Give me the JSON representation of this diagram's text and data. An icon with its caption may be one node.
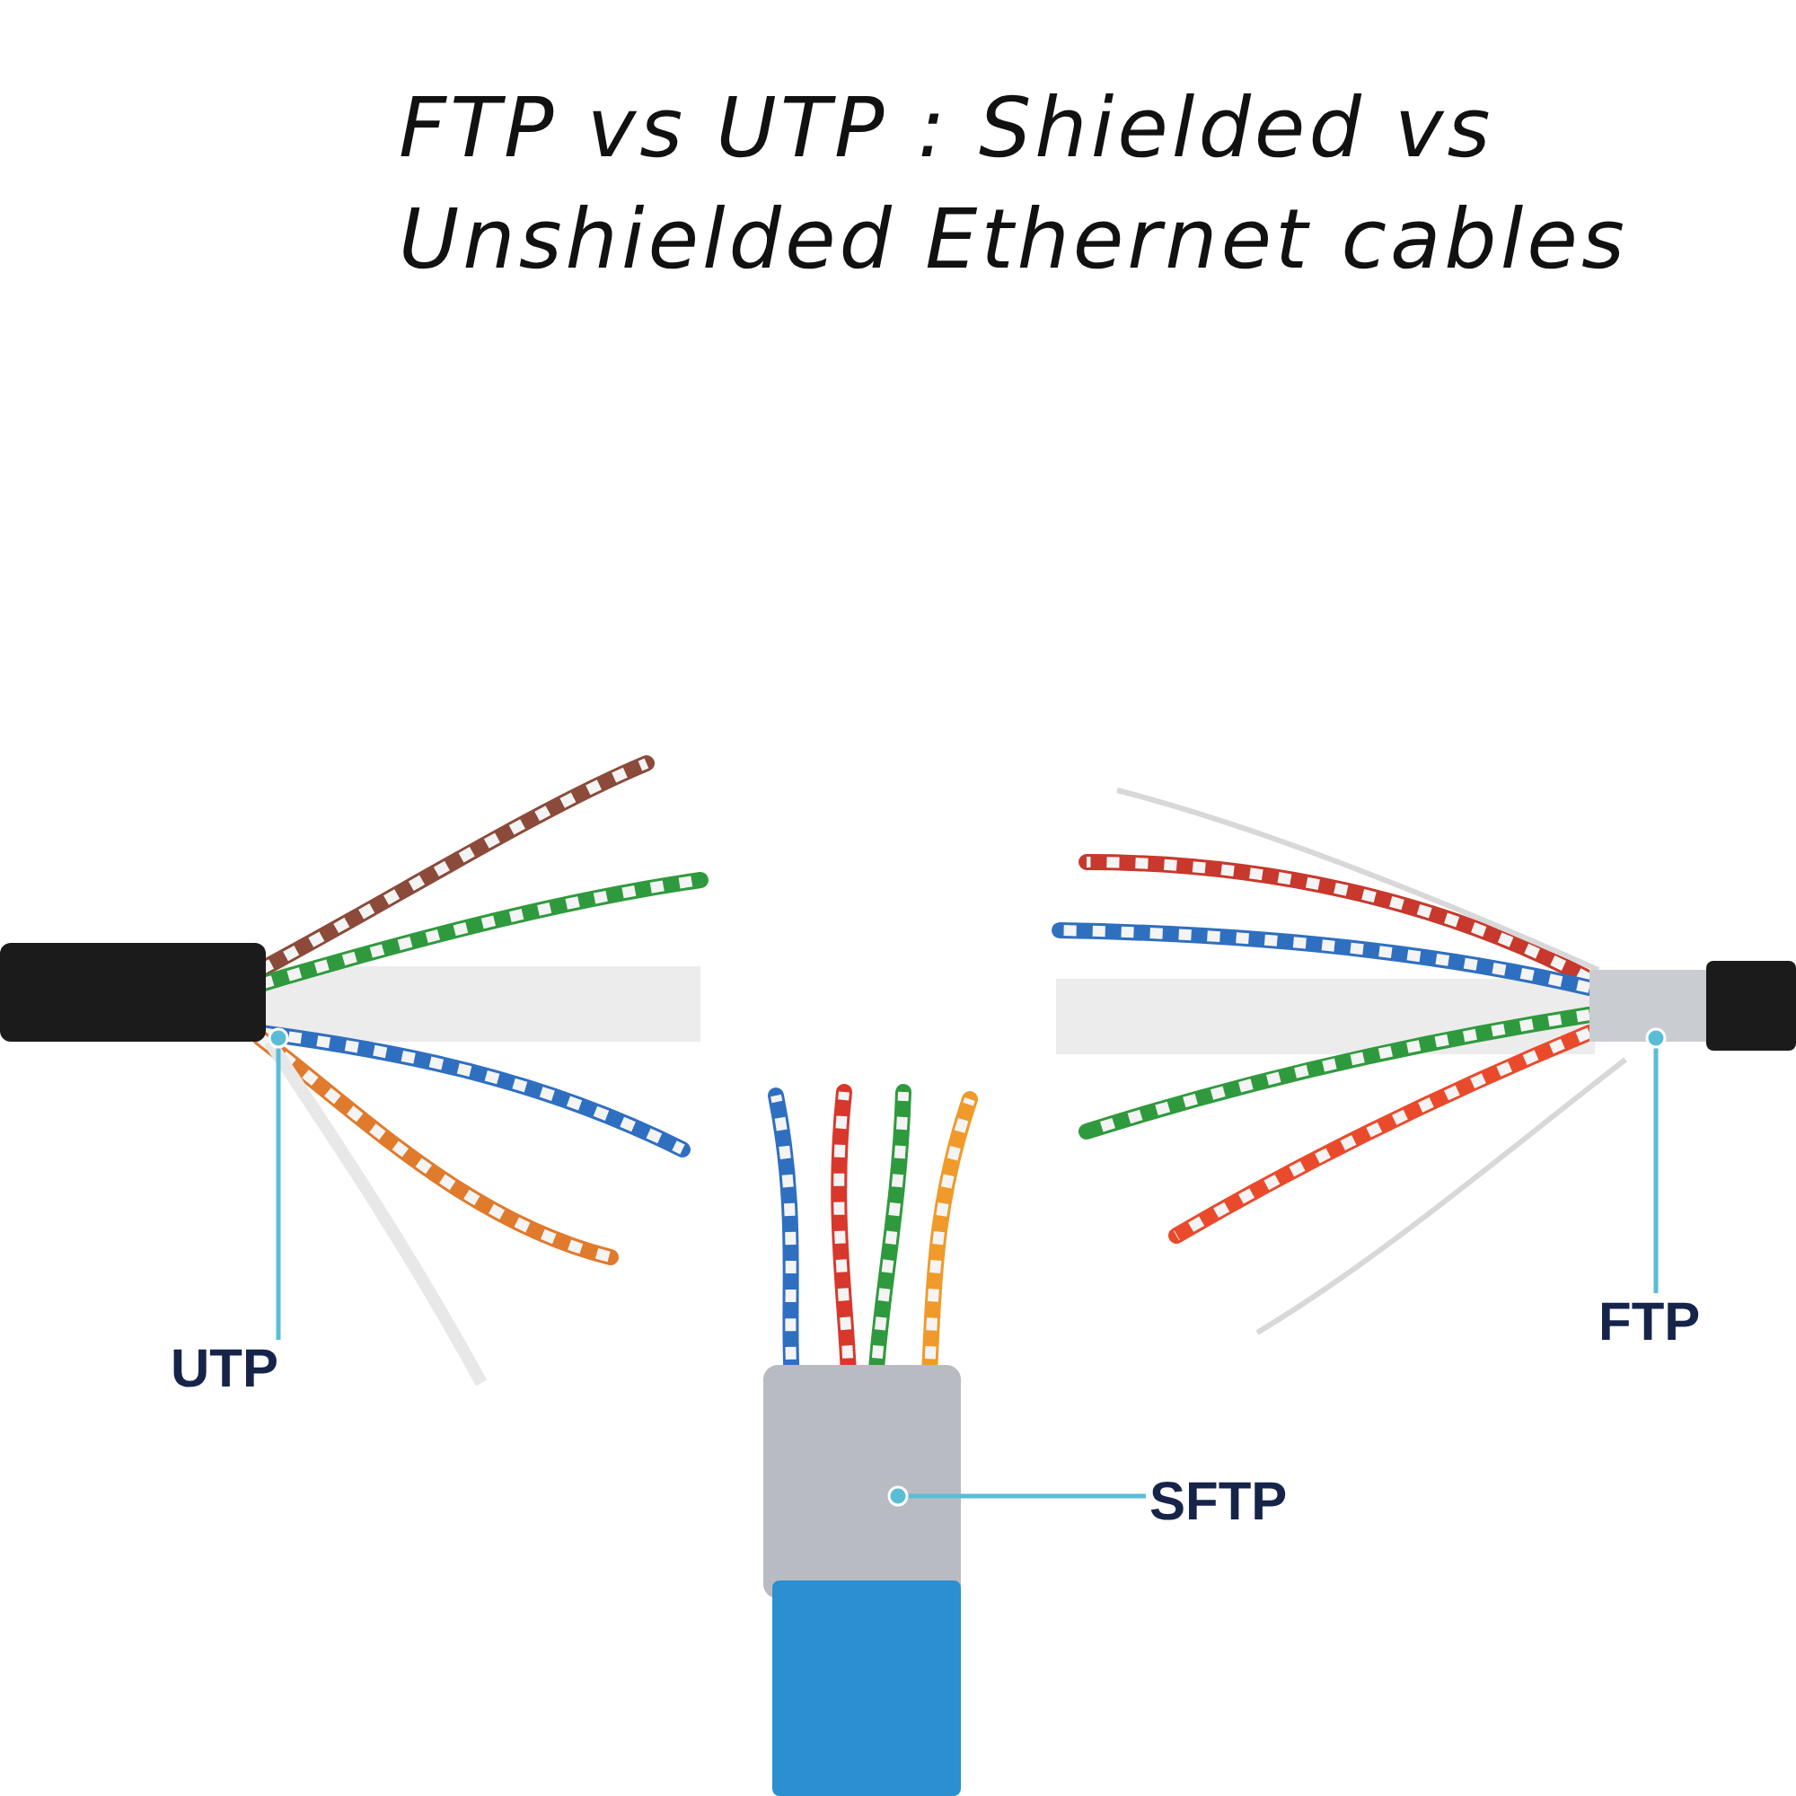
{
  "diagram": {
    "title": "FTP vs UTP : Shielded vs Unshielded Ethernet cables",
    "nodes": [
      {
        "text": [],
        "shape": "picture"
      },
      {
        "text": [],
        "shape": "picture"
      },
      {
        "text": [],
        "shape": "picture"
      },
      {
        "text": [
          "UTP"
        ]
      },
      {
        "text": [
          "FTP"
        ]
      },
      {
        "text": [
          "SFTP"
        ]
      }
    ],
    "edges": [
      {
        "from": 3,
        "to": 0,
        "arrow": "other"
      },
      {
        "from": 4,
        "to": 1,
        "arrow": "other"
      },
      {
        "from": 5,
        "to": 2,
        "arrow": "other"
      }
    ]
  }
}
